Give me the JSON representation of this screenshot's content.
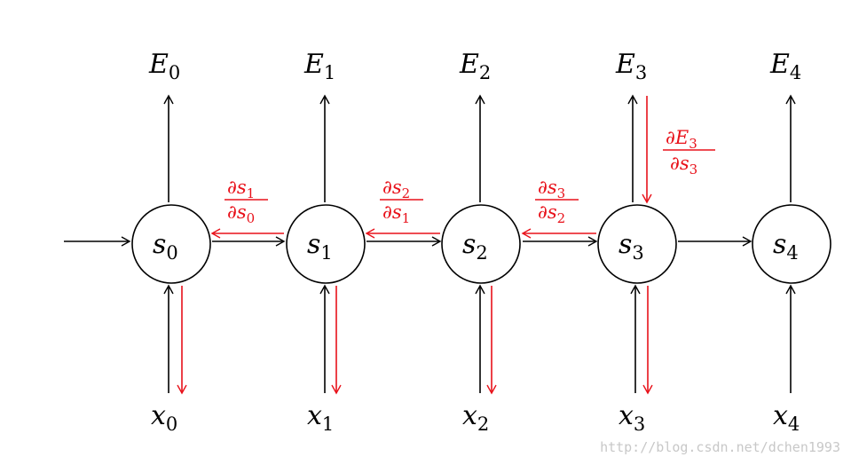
{
  "states": [
    {
      "base": "s",
      "sub": "0"
    },
    {
      "base": "s",
      "sub": "1"
    },
    {
      "base": "s",
      "sub": "2"
    },
    {
      "base": "s",
      "sub": "3"
    },
    {
      "base": "s",
      "sub": "4"
    }
  ],
  "outputs": [
    {
      "base": "E",
      "sub": "0"
    },
    {
      "base": "E",
      "sub": "1"
    },
    {
      "base": "E",
      "sub": "2"
    },
    {
      "base": "E",
      "sub": "3"
    },
    {
      "base": "E",
      "sub": "4"
    }
  ],
  "inputs": [
    {
      "base": "x",
      "sub": "0"
    },
    {
      "base": "x",
      "sub": "1"
    },
    {
      "base": "x",
      "sub": "2"
    },
    {
      "base": "x",
      "sub": "3"
    },
    {
      "base": "x",
      "sub": "4"
    }
  ],
  "gradients": [
    {
      "num_base": "∂s",
      "num_sub": "1",
      "den_base": "∂s",
      "den_sub": "0"
    },
    {
      "num_base": "∂s",
      "num_sub": "2",
      "den_base": "∂s",
      "den_sub": "1"
    },
    {
      "num_base": "∂s",
      "num_sub": "3",
      "den_base": "∂s",
      "den_sub": "2"
    }
  ],
  "output_gradient": {
    "num_base": "∂E",
    "num_sub": "3",
    "den_base": "∂s",
    "den_sub": "3"
  },
  "watermark": "http://blog.csdn.net/dchen1993",
  "colors": {
    "forward": "#000000",
    "backward": "#e8111a",
    "watermark": "#c8c8c8"
  }
}
